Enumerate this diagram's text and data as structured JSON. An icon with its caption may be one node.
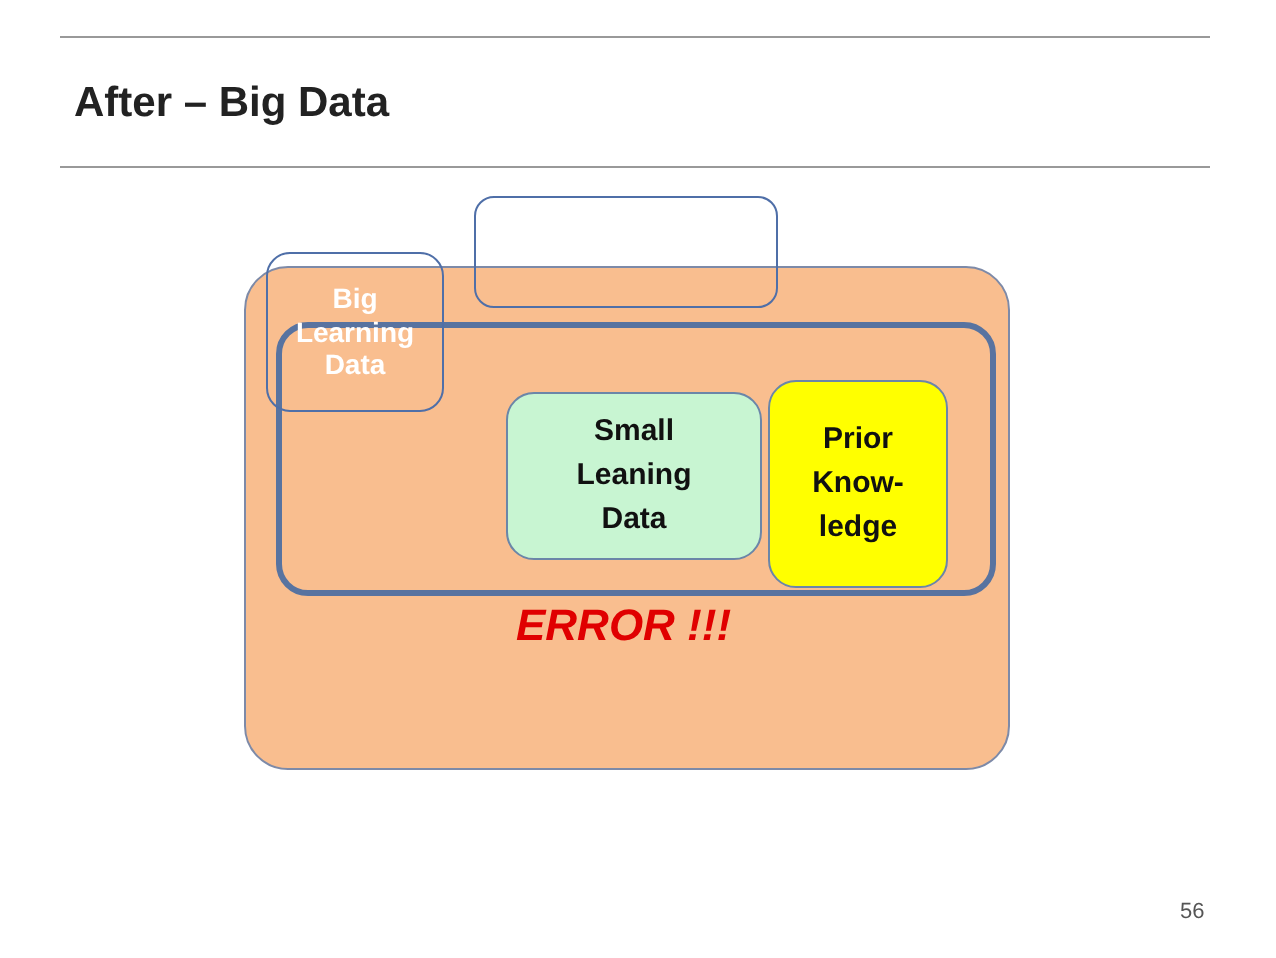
{
  "diagram": {
    "title": "After – Big Data",
    "nodes": [
      {
        "text": [],
        "shape": "box"
      },
      {
        "text": [],
        "shape": "box",
        "in": 0
      },
      {
        "text": [
          "Big Learning Data"
        ]
      },
      {
        "text": [],
        "shape": "box"
      },
      {
        "text": [
          "Small Leaning Data"
        ],
        "in": 1
      },
      {
        "text": [
          "Prior Know-ledge"
        ],
        "in": 1
      }
    ],
    "edges": [],
    "labels": [
      "ERROR !!!",
      "56"
    ]
  }
}
